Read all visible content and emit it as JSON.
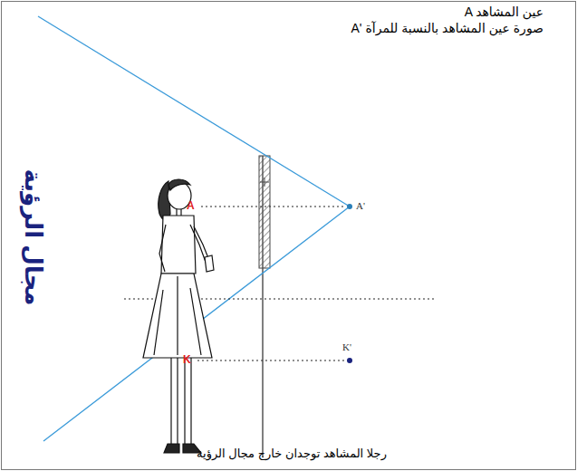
{
  "diagram": {
    "caption": "رجلا المشاهد توجدان خارج مجال الرؤية",
    "labels": [
      "A عين المشاهد",
      "A' صورة عين المشاهد بالنسبة للمرآة",
      "مجال الرؤية",
      "A",
      "A'",
      "K",
      "K'"
    ]
  }
}
